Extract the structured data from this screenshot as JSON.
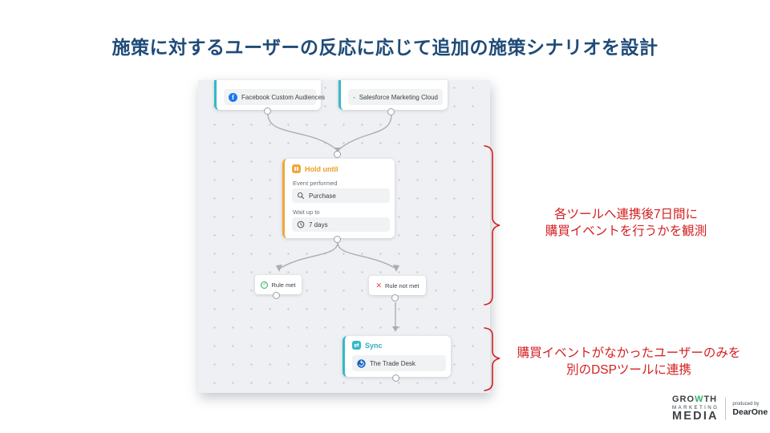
{
  "title": {
    "text": "施策に対するユーザーの反応に応じて追加の施策シナリオを設計"
  },
  "canvas": {
    "facebook": {
      "label": "Facebook Custom Audiences",
      "icon_letter": "f"
    },
    "salesforce": {
      "label": "Salesforce Marketing Cloud"
    },
    "hold_until": {
      "title": "Hold until",
      "event_label": "Event performed",
      "event_value": "Purchase",
      "wait_label": "Wait up to",
      "wait_value": "7 days"
    },
    "rule_met": {
      "label": "Rule met",
      "icon": "✓"
    },
    "rule_not_met": {
      "label": "Rule not met",
      "icon": "✕"
    },
    "sync": {
      "title": "Sync",
      "destination": "The Trade Desk",
      "icon": "⇄"
    }
  },
  "annotations": [
    {
      "line1": "各ツールへ連携後7日間に",
      "line2": "購買イベントを行うかを観測"
    },
    {
      "line1": "購買イベントがなかったユーザーのみを",
      "line2": "別のDSPツールに連携"
    }
  ],
  "footer": {
    "growth_pre": "GRO",
    "growth_w": "W",
    "growth_post": "TH",
    "marketing": "MARKETING",
    "media": "MEDIA",
    "produced_by": "produced by",
    "brand": "DearOne"
  },
  "colors": {
    "title_navy": "#1f4b78",
    "annotation_red": "#d42020",
    "accent_teal": "#35b8c9",
    "accent_orange": "#f2a63b",
    "facebook_blue": "#1877f2",
    "salesforce_blue": "#00a1e0",
    "tradedesk_blue": "#1665c0",
    "rule_met_green": "#2ea85c",
    "rule_not_met_red": "#e2483d",
    "connector_gray": "#a9aeb6"
  }
}
